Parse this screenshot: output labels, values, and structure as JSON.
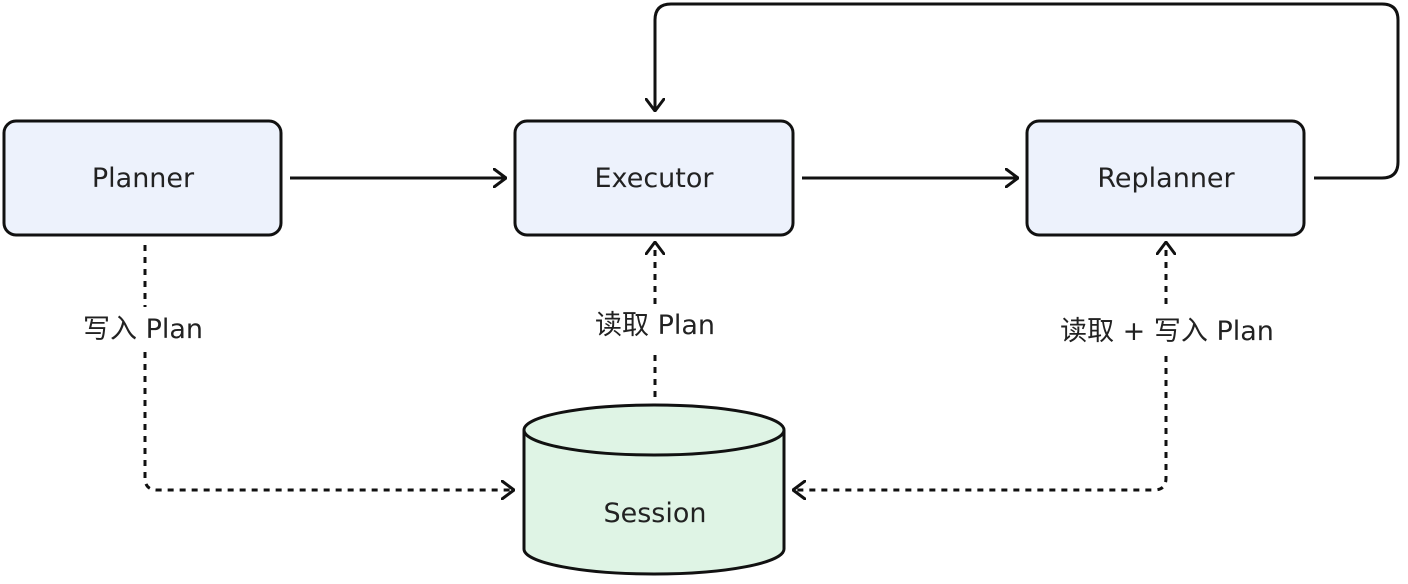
{
  "nodes": {
    "planner": "Planner",
    "executor": "Executor",
    "replanner": "Replanner",
    "session": "Session"
  },
  "edges": {
    "planner_session": "写入 Plan",
    "session_executor": "读取 Plan",
    "replanner_session": "读取 + 写入 Plan"
  },
  "colors": {
    "process_fill": "#edf2fc",
    "store_fill": "#dff4e5",
    "stroke": "#111111",
    "text": "#222222"
  }
}
